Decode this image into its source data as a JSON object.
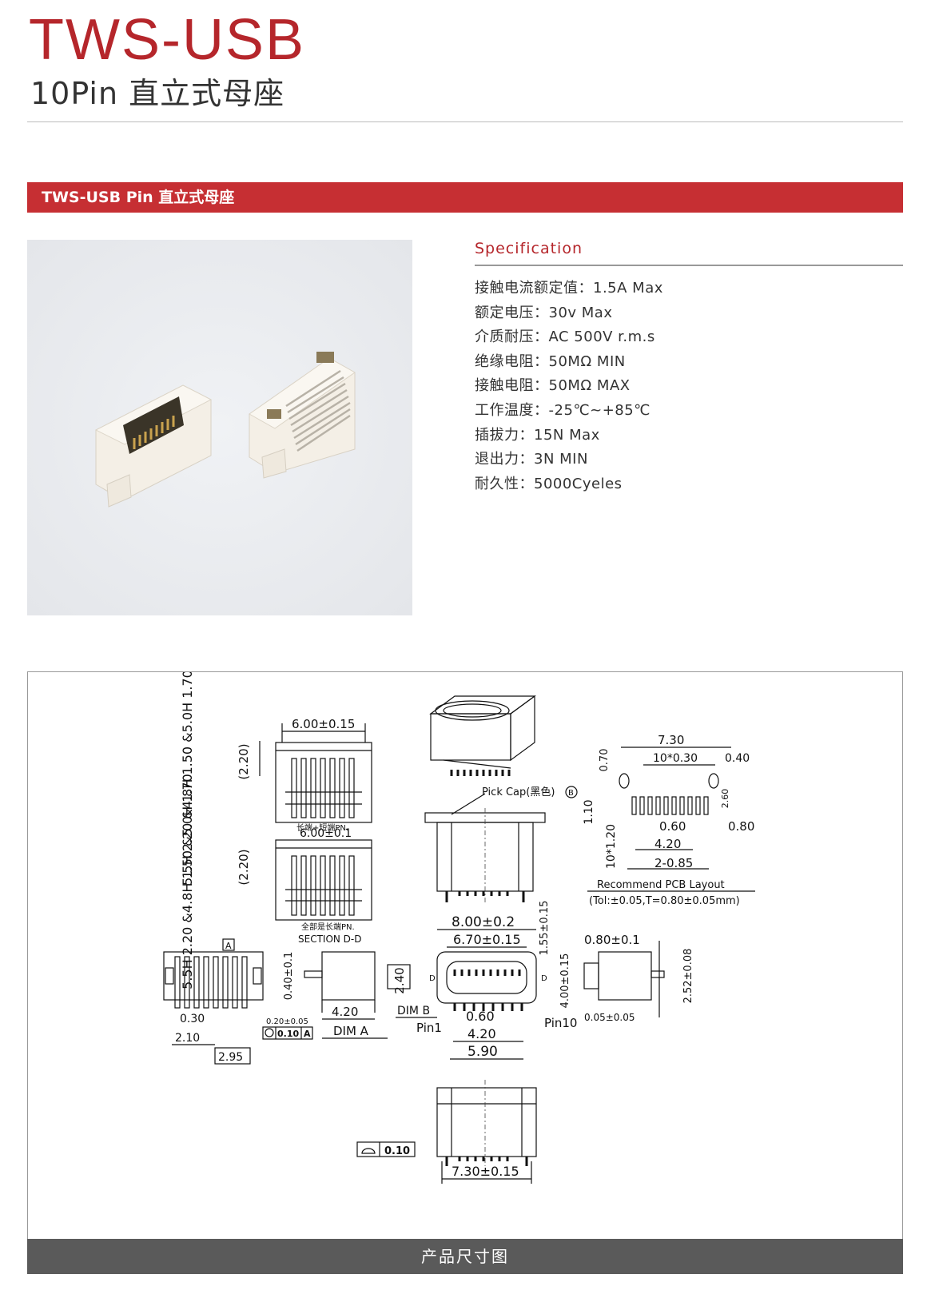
{
  "header": {
    "title": "TWS-USB",
    "subtitle": "10Pin 直立式母座"
  },
  "section_band": {
    "label": "TWS-USB Pin 直立式母座"
  },
  "spec": {
    "heading": "Specification",
    "items": [
      "接触电流额定值：1.5A  Max",
      "额定电压：30v Max",
      "介质耐压：AC 500V r.m.s",
      "绝缘电阻：50MΩ MIN",
      "接触电阻：50MΩ MAX",
      "工作温度：-25℃~+85℃",
      "插拔力：15N Max",
      "退出力：3N MIN",
      "耐久性：5000Cyeles"
    ]
  },
  "drawing": {
    "section_top": {
      "width_dim": "6.00±0.15",
      "heights": "5.5H 2.20  &4.8H 1.50  &5.0H 1.70",
      "bracket": "(2.20)",
      "note": "长端+短端PN."
    },
    "section_bottom": {
      "width_dim": "6.00±0.1",
      "heights": "5.5H 2.20  &4.8H 1.50  &5.0H 1.70",
      "bracket": "(2.20)",
      "note": "全部是长端PN.",
      "section_label": "SECTION D-D"
    },
    "pick_cap": "Pick Cap(黑色)",
    "pick_cap_mark": "B",
    "pcb": {
      "d_730": "7.30",
      "d_10x030": "10*0.30",
      "d_040": "0.40",
      "d_070": "0.70",
      "d_260": "2.60",
      "d_110": "1.10",
      "d_060": "0.60",
      "d_080": "0.80",
      "d_10x120": "10*1.20",
      "d_420": "4.20",
      "d_2x085": "2-0.85",
      "caption": "Recommend PCB Layout",
      "tolerance": "(Tol:±0.05,T=0.80±0.05mm)"
    },
    "front": {
      "d_800": "8.00±0.2",
      "d_670": "6.70±0.15",
      "d_155": "1.55±0.15",
      "d_400": "4.00±0.15",
      "d_060": "0.60",
      "d_420": "4.20",
      "d_590": "5.90",
      "pin1": "Pin1",
      "pin10": "Pin10",
      "d_mark": "D"
    },
    "bottom_left": {
      "datum": "A",
      "d_030": "0.30",
      "d_210": "2.10",
      "d_295": "2.95",
      "tol_val": "0.20±0.05",
      "fcf_val": "0.10",
      "fcf_datum": "A"
    },
    "side_left": {
      "d_040": "0.40±0.1",
      "d_240": "2.40",
      "d_420": "4.20",
      "dim_a": "DIM  A",
      "dim_b": "DIM  B"
    },
    "side_right": {
      "d_080": "0.80±0.1",
      "d_252": "2.52±0.08",
      "d_005": "0.05±0.05"
    },
    "lower_front": {
      "flat_val": "0.10",
      "d_730": "7.30±0.15"
    }
  },
  "caption": {
    "label": "产品尺寸图"
  }
}
